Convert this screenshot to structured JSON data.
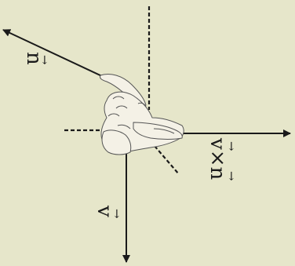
{
  "labels": {
    "n": "n",
    "n_arrow": "→",
    "v": "v",
    "v_arrow": "→",
    "cross": "v×n",
    "cross_arrow_v": "→",
    "cross_arrow_n": "→"
  },
  "colors": {
    "background": "#e6e6ca",
    "ink": "#1a1a1a",
    "hand_fill": "#f4f1e6",
    "hand_stroke": "#555555"
  }
}
